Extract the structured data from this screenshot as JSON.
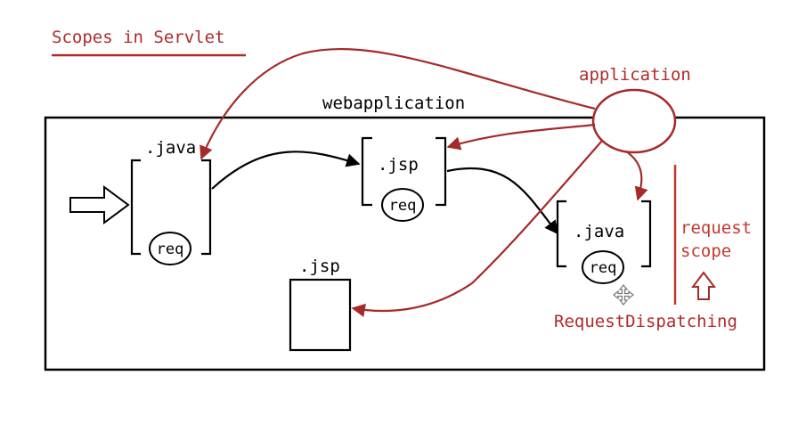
{
  "title": "Scopes in Servlet",
  "container_label": "webapplication",
  "application_label": "application",
  "components": {
    "servlet_1": {
      "label": ".java",
      "inner": "req"
    },
    "jsp_1": {
      "label": ".jsp",
      "inner": "req"
    },
    "servlet_2": {
      "label": ".java",
      "inner": "req"
    },
    "jsp_2": {
      "label": ".jsp"
    }
  },
  "request_scope_line1": "request",
  "request_scope_line2": "scope",
  "request_dispatching_label": "RequestDispatching",
  "colors": {
    "accent": "#b02a2a",
    "ink": "#000000",
    "background": "#ffffff"
  }
}
